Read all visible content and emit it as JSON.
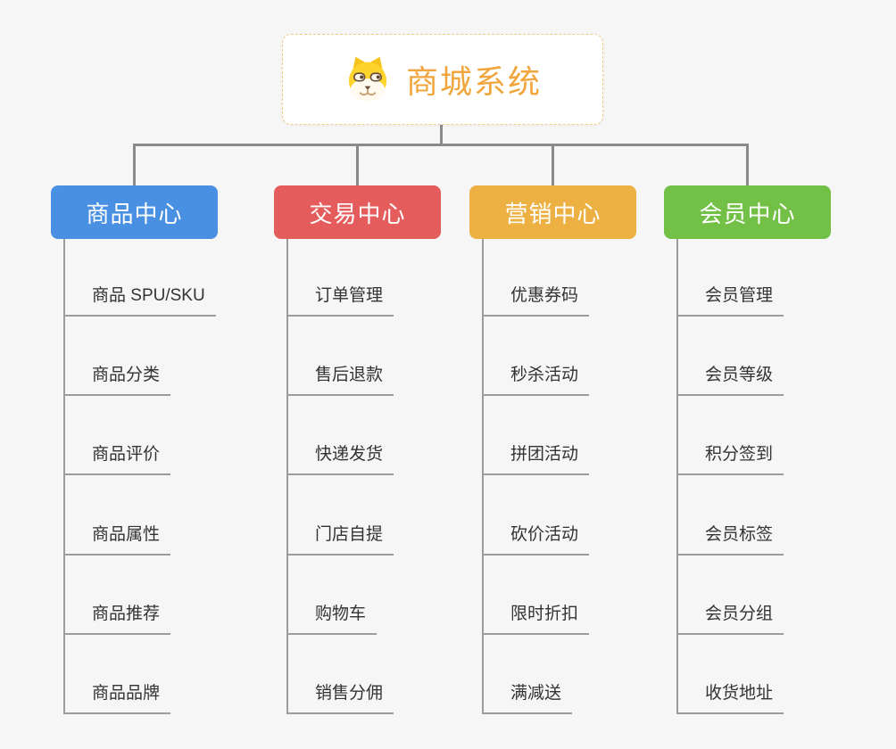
{
  "root": {
    "title": "商城系统",
    "icon": "dog-icon"
  },
  "colors": {
    "background": "#f6f6f6",
    "root_text": "#f0a63c",
    "root_border": "#f2c983",
    "connector": "#8a8a8a",
    "leaf_line": "#9c9c9c",
    "leaf_text": "#333333"
  },
  "branches": [
    {
      "label": "商品中心",
      "color": "#4a90e2",
      "items": [
        "商品 SPU/SKU",
        "商品分类",
        "商品评价",
        "商品属性",
        "商品推荐",
        "商品品牌"
      ]
    },
    {
      "label": "交易中心",
      "color": "#e45c5c",
      "items": [
        "订单管理",
        "售后退款",
        "快递发货",
        "门店自提",
        "购物车",
        "销售分佣"
      ]
    },
    {
      "label": "营销中心",
      "color": "#edb042",
      "items": [
        "优惠券码",
        "秒杀活动",
        "拼团活动",
        "砍价活动",
        "限时折扣",
        "满减送"
      ]
    },
    {
      "label": "会员中心",
      "color": "#72c045",
      "items": [
        "会员管理",
        "会员等级",
        "积分签到",
        "会员标签",
        "会员分组",
        "收货地址"
      ]
    }
  ]
}
